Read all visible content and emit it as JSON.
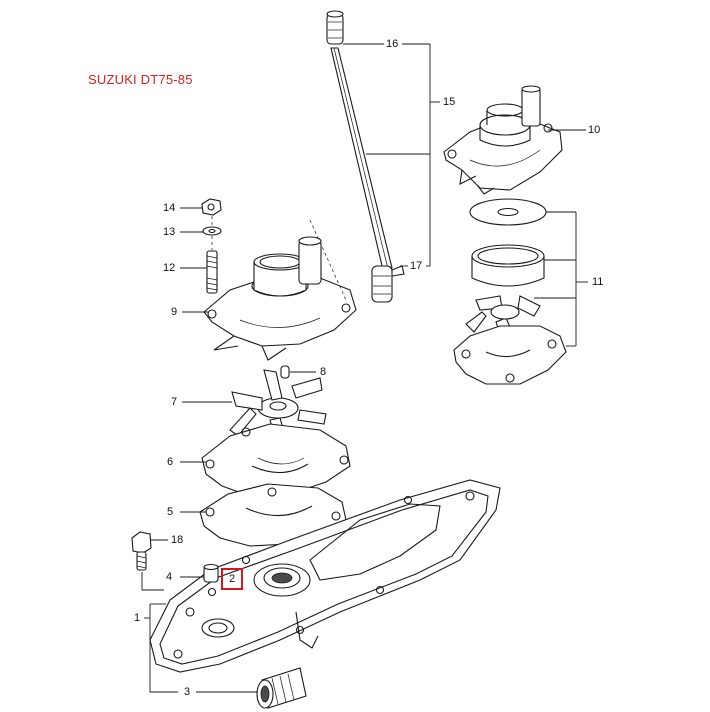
{
  "title": "SUZUKI DT75-85",
  "highlight_color": "#d8141c",
  "callouts": {
    "c1": "1",
    "c2": "2",
    "c3": "3",
    "c4": "4",
    "c5": "5",
    "c6": "6",
    "c7": "7",
    "c8": "8",
    "c9": "9",
    "c10": "10",
    "c11": "11",
    "c12": "12",
    "c13": "13",
    "c14": "14",
    "c15": "15",
    "c16": "16",
    "c17": "17",
    "c18": "18"
  },
  "parts": [
    {
      "ref": "1",
      "icon": "lower-case-plate-icon"
    },
    {
      "ref": "2",
      "icon": "dowel-pin-icon",
      "highlighted": true
    },
    {
      "ref": "3",
      "icon": "needle-bearing-icon"
    },
    {
      "ref": "4",
      "icon": "dowel-pin-icon"
    },
    {
      "ref": "5",
      "icon": "gasket-icon"
    },
    {
      "ref": "6",
      "icon": "wear-plate-icon"
    },
    {
      "ref": "7",
      "icon": "impeller-icon"
    },
    {
      "ref": "8",
      "icon": "key-icon"
    },
    {
      "ref": "9",
      "icon": "pump-case-icon"
    },
    {
      "ref": "10",
      "icon": "pump-case-icon"
    },
    {
      "ref": "11",
      "icon": "pump-kit-icon"
    },
    {
      "ref": "12",
      "icon": "stud-bolt-icon"
    },
    {
      "ref": "13",
      "icon": "washer-icon"
    },
    {
      "ref": "14",
      "icon": "nut-icon"
    },
    {
      "ref": "15",
      "icon": "water-tube-icon"
    },
    {
      "ref": "16",
      "icon": "grommet-icon"
    },
    {
      "ref": "17",
      "icon": "grommet-icon"
    },
    {
      "ref": "18",
      "icon": "bolt-icon"
    }
  ]
}
